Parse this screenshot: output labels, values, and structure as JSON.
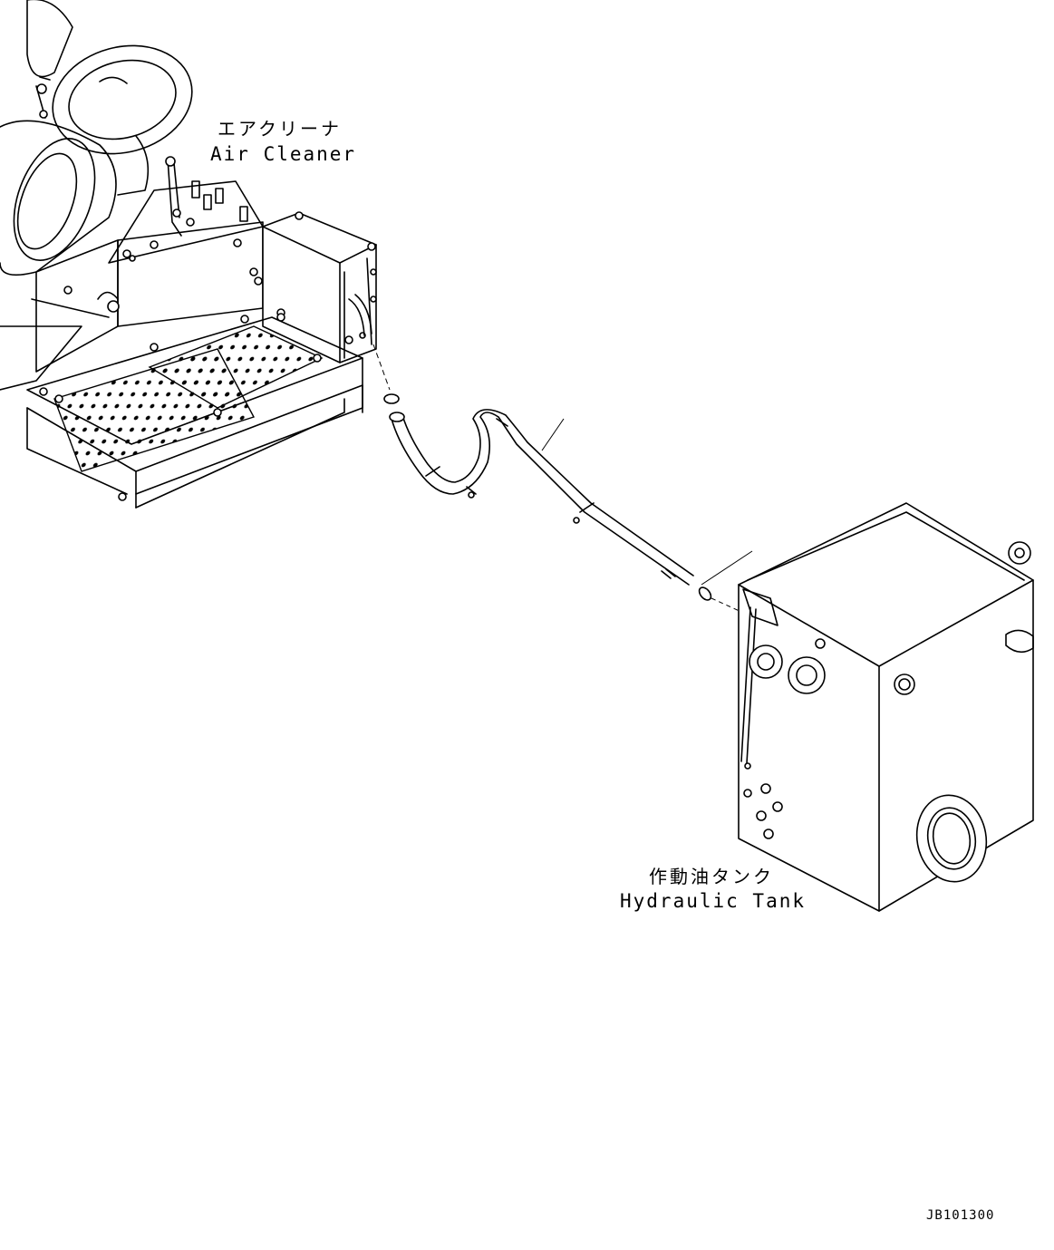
{
  "labels": {
    "air_cleaner_jp": "エアクリーナ",
    "air_cleaner_en": "Air Cleaner",
    "hydraulic_tank_jp": "作動油タンク",
    "hydraulic_tank_en": "Hydraulic Tank"
  },
  "reference_code": "JB101300"
}
